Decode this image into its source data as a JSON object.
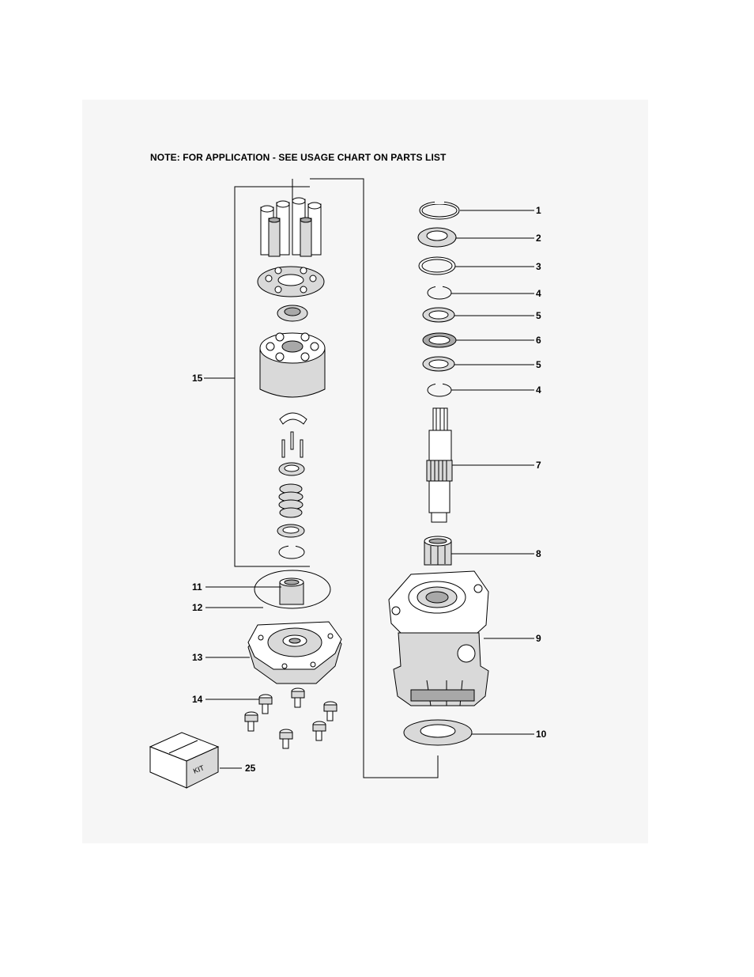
{
  "note": "NOTE:  FOR  APPLICATION - SEE USAGE CHART  ON PARTS LIST",
  "callouts": {
    "c1": "1",
    "c2": "2",
    "c3": "3",
    "c4a": "4",
    "c5a": "5",
    "c6": "6",
    "c5b": "5",
    "c4b": "4",
    "c7": "7",
    "c8": "8",
    "c9": "9",
    "c10": "10",
    "c11": "11",
    "c12": "12",
    "c13": "13",
    "c14": "14",
    "c15": "15",
    "c25": "25"
  },
  "kit_box_label": "KIT"
}
